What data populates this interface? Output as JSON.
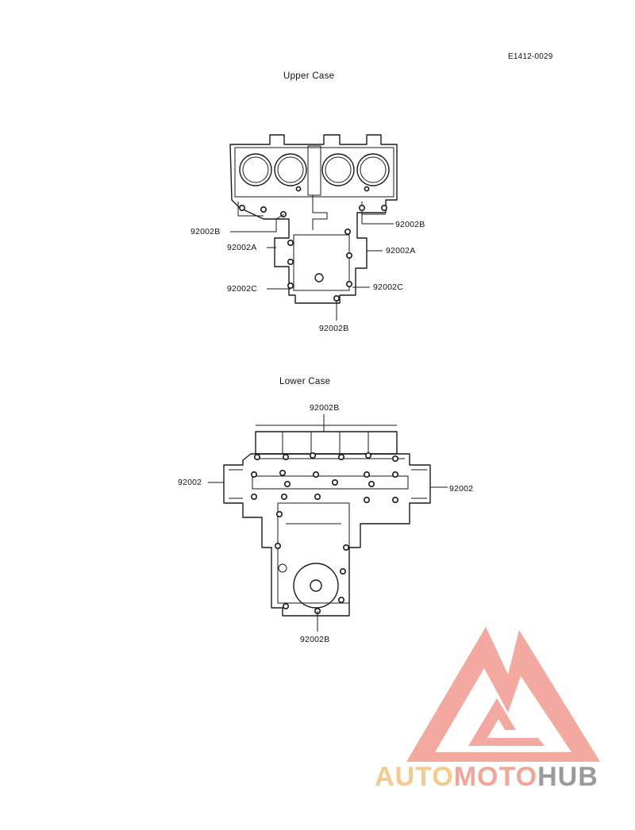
{
  "figure_code": "E1412-0029",
  "upper_case": {
    "title": "Upper Case",
    "labels": {
      "left_top": "92002B",
      "right_top": "92002B",
      "left_mid": "92002A",
      "right_mid": "92002A",
      "left_low": "92002C",
      "right_low": "92002C",
      "bottom": "92002B"
    }
  },
  "lower_case": {
    "title": "Lower Case",
    "labels": {
      "top": "92002B",
      "left": "92002",
      "right": "92002",
      "bottom": "92002B"
    }
  },
  "watermark": {
    "part1": "AUTO",
    "part2": "MOTO",
    "part3": "HUB",
    "colors": {
      "auto": "#f7c98a",
      "moto": "#f3a59a",
      "hub": "#9a9a9a",
      "triangle": "#f3a59a"
    }
  }
}
